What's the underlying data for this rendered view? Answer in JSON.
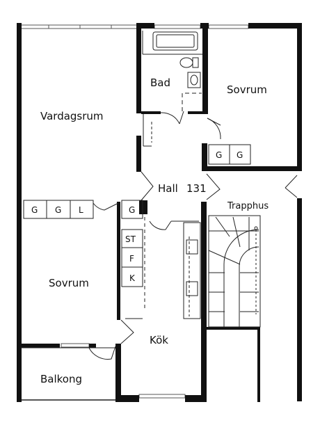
{
  "rooms": {
    "living": "Vardagsrum",
    "bath": "Bad",
    "bedroom_upper": "Sovrum",
    "hall": "Hall",
    "apartment_number": "131",
    "stairwell": "Trapphus",
    "bedroom_lower": "Sovrum",
    "kitchen": "Kök",
    "balcony": "Balkong"
  },
  "fixtures": {
    "closet_upper_1": "G",
    "closet_upper_2": "G",
    "closet_left_1": "G",
    "closet_left_2": "G",
    "closet_left_3": "L",
    "closet_hall": "G",
    "kitchen_1": "ST",
    "kitchen_2": "F",
    "kitchen_3": "K"
  }
}
